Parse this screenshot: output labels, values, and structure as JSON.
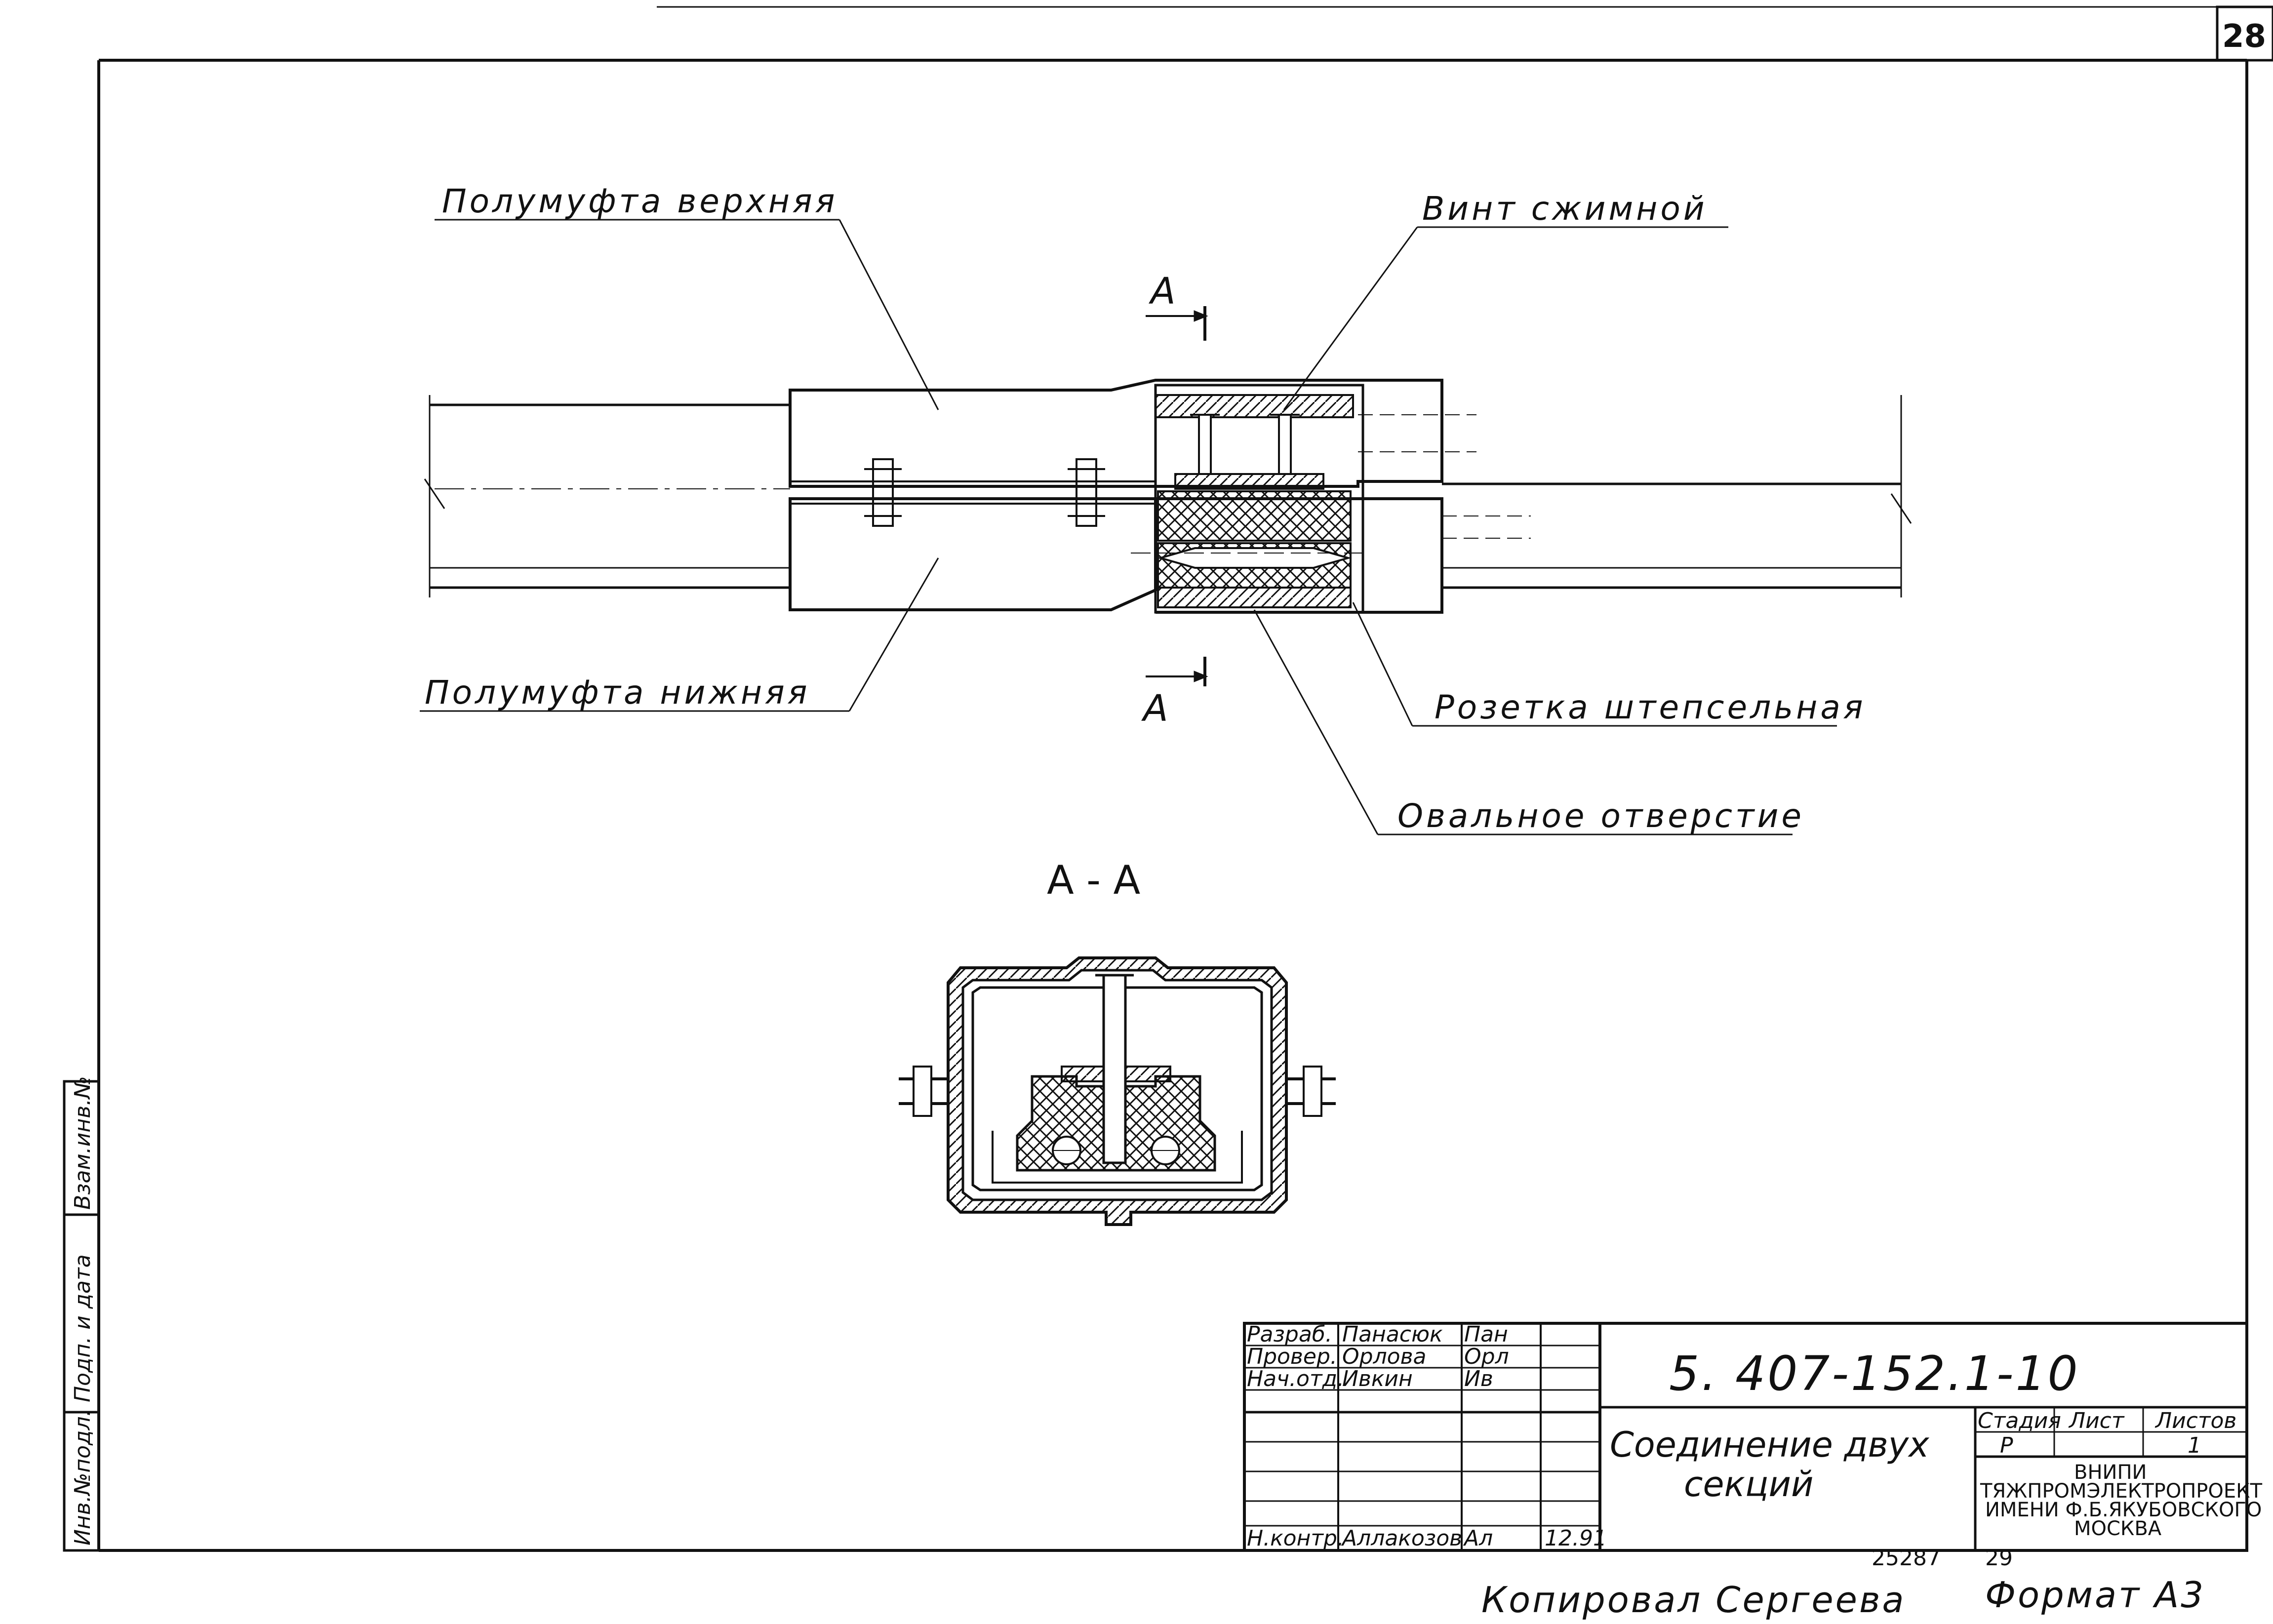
{
  "sheet": {
    "page_number": "28",
    "archive_number": "25287",
    "copy_number": "29",
    "copied_by": "Копировал Сергеева",
    "format": "Формат А3"
  },
  "drawing": {
    "labels": {
      "upper_half": "Полумуфта верхняя",
      "lower_half": "Полумуфта нижняя",
      "screw": "Винт сжимной",
      "socket": "Розетка штепсельная",
      "oval_hole": "Овальное отверстие"
    },
    "section_mark_top": "А",
    "section_mark_bottom": "А",
    "section_title": "А - А"
  },
  "side_stamp": {
    "inv_no": "Инв.№подл.",
    "sign_date": "Подп. и дата",
    "replaces": "Взам.инв.№"
  },
  "title_block": {
    "doc_code": "5. 407-152.1-10",
    "title_line1": "Соединение двух",
    "title_line2": "секций",
    "rows": [
      {
        "role": "Разраб.",
        "name": "Панасюк",
        "sign": "Пан",
        "date": ""
      },
      {
        "role": "Провер.",
        "name": "Орлова",
        "sign": "Орл",
        "date": ""
      },
      {
        "role": "Нач.отд.",
        "name": "Ивкин",
        "sign": "Ив",
        "date": ""
      },
      {
        "role": "Н.контр.",
        "name": "Аллакозов",
        "sign": "Ал",
        "date": "12.91"
      }
    ],
    "stage_header": "Стадия",
    "sheet_header": "Лист",
    "sheets_header": "Листов",
    "stage": "Р",
    "sheet": "",
    "sheets": "1",
    "org_line1": "ВНИПИ",
    "org_line2": "ТЯЖПРОМЭЛЕКТРОПРОЕКТ",
    "org_line3": "ИМЕНИ Ф.Б.ЯКУБОВСКОГО",
    "org_line4": "МОСКВА"
  }
}
